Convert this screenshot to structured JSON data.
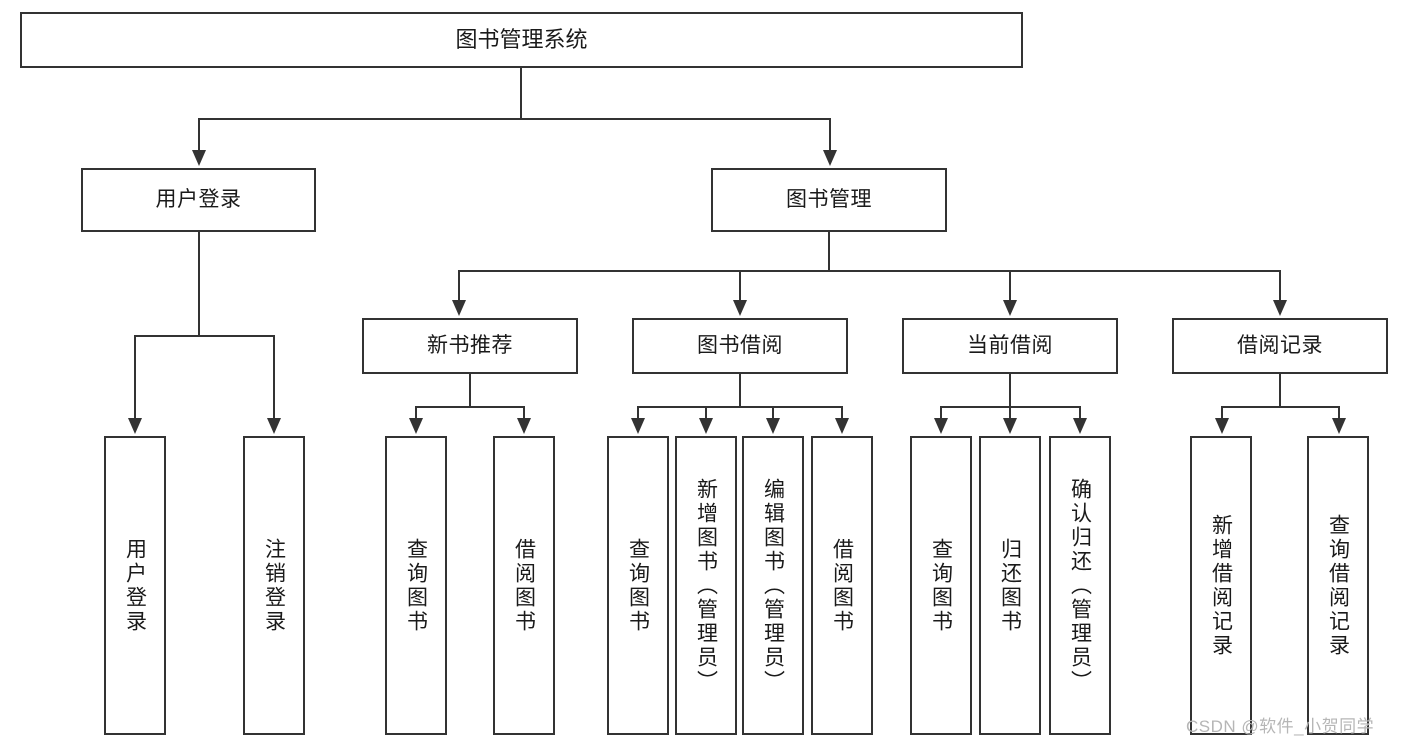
{
  "diagram": {
    "title": "图书管理系统",
    "root": {
      "label": "图书管理系统"
    },
    "level2": [
      {
        "label": "用户登录"
      },
      {
        "label": "图书管理"
      }
    ],
    "level3": [
      {
        "label": "新书推荐"
      },
      {
        "label": "图书借阅"
      },
      {
        "label": "当前借阅"
      },
      {
        "label": "借阅记录"
      }
    ],
    "leaves": [
      {
        "label": "用户登录"
      },
      {
        "label": "注销登录"
      },
      {
        "label": "查询图书"
      },
      {
        "label": "借阅图书"
      },
      {
        "label": "查询图书"
      },
      {
        "label": "新增图书（管理员）"
      },
      {
        "label": "编辑图书（管理员）"
      },
      {
        "label": "借阅图书"
      },
      {
        "label": "查询图书"
      },
      {
        "label": "归还图书"
      },
      {
        "label": "确认归还（管理员）"
      },
      {
        "label": "新增借阅记录"
      },
      {
        "label": "查询借阅记录"
      }
    ]
  },
  "watermark": {
    "text": "CSDN @软件_小贺同学"
  },
  "colors": {
    "stroke": "#333333",
    "text": "#1a1a1a",
    "background": "#ffffff",
    "watermark": "#b6b6b6"
  }
}
